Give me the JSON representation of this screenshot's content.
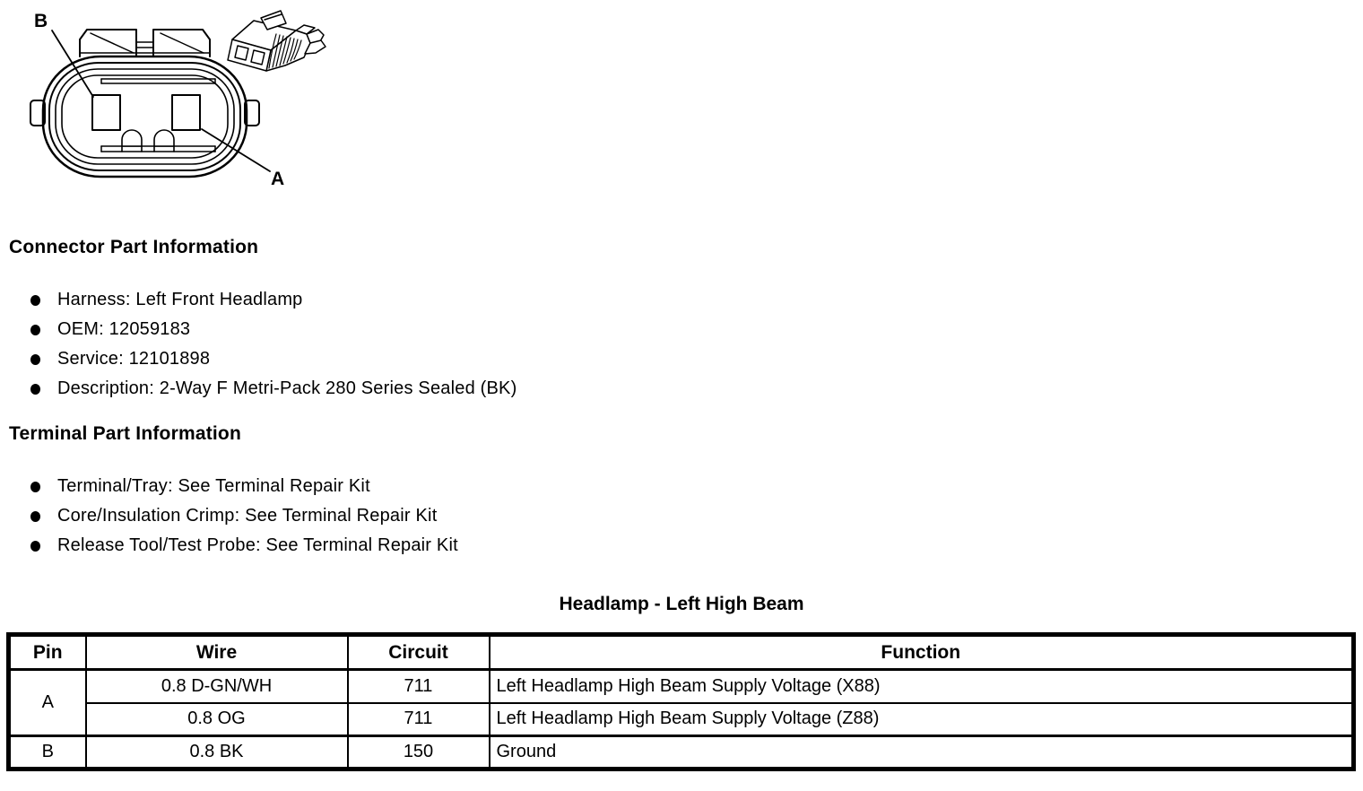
{
  "diagram": {
    "label_b": "B",
    "label_a": "A"
  },
  "sections": [
    {
      "heading": "Connector Part Information",
      "items": [
        "Harness: Left Front Headlamp",
        "OEM: 12059183",
        "Service: 12101898",
        "Description: 2-Way F Metri-Pack 280 Series Sealed (BK)"
      ]
    },
    {
      "heading": "Terminal Part Information",
      "items": [
        "Terminal/Tray: See Terminal Repair Kit",
        "Core/Insulation Crimp: See Terminal Repair Kit",
        "Release Tool/Test Probe: See Terminal Repair Kit"
      ]
    }
  ],
  "table": {
    "title": "Headlamp - Left High Beam",
    "headers": [
      "Pin",
      "Wire",
      "Circuit",
      "Function"
    ],
    "rows": [
      {
        "pin": "A",
        "wire": "0.8 D-GN/WH",
        "circuit": "711",
        "function": "Left Headlamp High Beam Supply Voltage (X88)"
      },
      {
        "wire": "0.8 OG",
        "circuit": "711",
        "function": "Left Headlamp High Beam Supply Voltage (Z88)"
      },
      {
        "pin": "B",
        "wire": "0.8 BK",
        "circuit": "150",
        "function": "Ground"
      }
    ]
  },
  "colors": {
    "ink": "#000000",
    "background": "#ffffff"
  }
}
